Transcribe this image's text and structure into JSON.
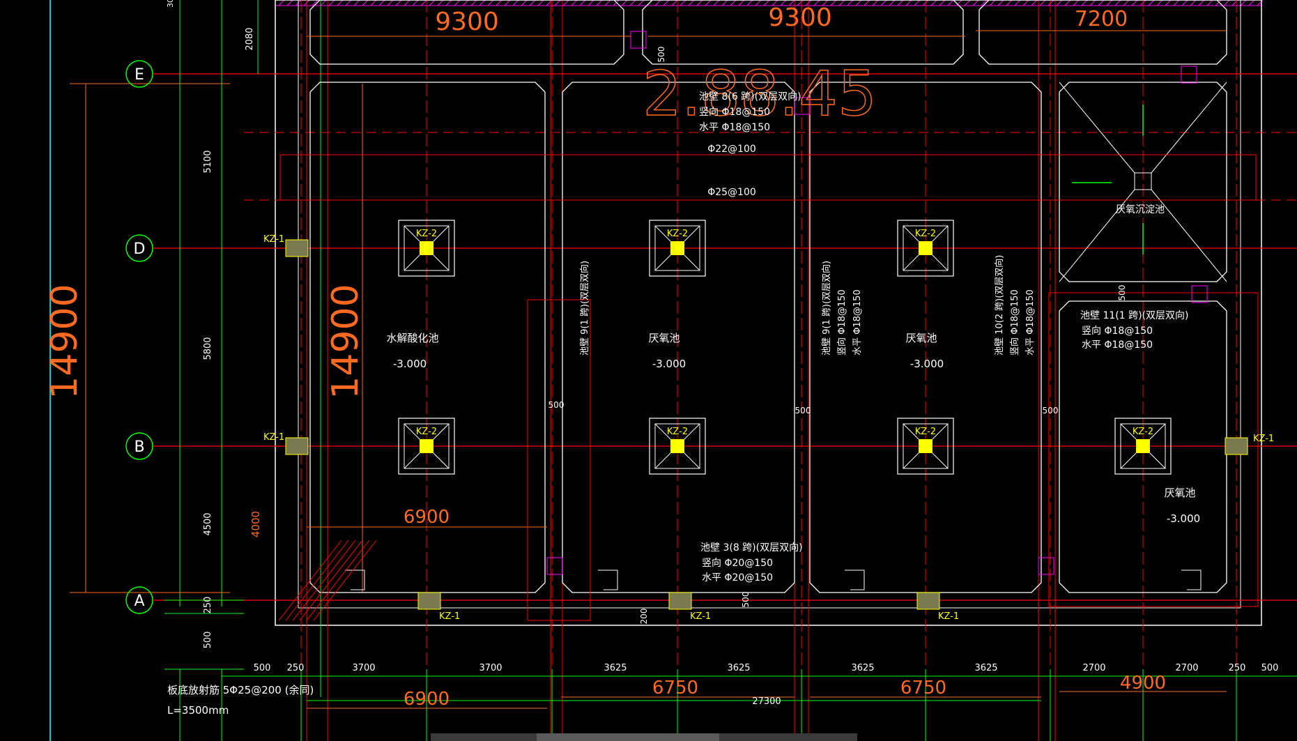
{
  "colors": {
    "background": "#000000",
    "structure": "#ffffff",
    "grid_axis": "#ff0000",
    "dimension": "#00ff00",
    "big_dimension": "#ff6a20",
    "label": "#ffffff",
    "column": "#ffff00",
    "hatch": "#ff00ff",
    "cyan_line": "#00cccc",
    "gray_bar": "#555555"
  },
  "axes": [
    {
      "id": "E",
      "label": "E"
    },
    {
      "id": "D",
      "label": "D"
    },
    {
      "id": "B",
      "label": "B"
    },
    {
      "id": "A",
      "label": "A"
    }
  ],
  "top_dims": [
    "9300",
    "9300",
    "7200"
  ],
  "left_big_dim": "14900",
  "inner_big_dim": "14900",
  "overlay_dim": "2.88.45",
  "left_small_dims": [
    "5100",
    "5800",
    "4500",
    "250",
    "500",
    "2080",
    "4000",
    "30"
  ],
  "bottom_dims_row1": [
    "500",
    "250",
    "3700",
    "3700",
    "3625",
    "3625",
    "3625",
    "3625",
    "2700",
    "2700",
    "250",
    "500"
  ],
  "bottom_dims_row2": [
    "6900",
    "6750",
    "6750",
    "4900"
  ],
  "bottom_total": "27300",
  "dim_6900_inner": "6900",
  "small_500_labels": [
    "500",
    "500",
    "500",
    "500",
    "500",
    "500",
    "200"
  ],
  "columns": {
    "kz1": "KZ-1",
    "kz2": "KZ-2"
  },
  "pools": [
    {
      "name": "水解酸化池",
      "elev": "-3.000"
    },
    {
      "name": "厌氧池",
      "elev": "-3.000"
    },
    {
      "name": "厌氧池",
      "elev": "-3.000"
    },
    {
      "name": "厌氧池",
      "elev": "-3.000"
    }
  ],
  "sediment_pool": "厌氧沉淀池",
  "notes": {
    "wall8": [
      "池壁 8(6 跨)(双层双向)",
      "竖向 Φ18@150",
      "水平 Φ18@150"
    ],
    "rebar1": "Φ22@100",
    "rebar2": "Φ25@100",
    "wall11": [
      "池壁 11(1 跨)(双层双向)",
      "竖向 Φ18@150",
      "水平 Φ18@150"
    ],
    "wall3": [
      "池壁 3(8 跨)(双层双向)",
      "竖向 Φ20@150",
      "水平 Φ20@150"
    ],
    "wall9a": [
      "池壁 9(1 跨)(双层双向)"
    ],
    "wall9b": [
      "池壁 9(1 跨)(双层双向)",
      "竖向 Φ18@150",
      "水平 Φ18@150"
    ],
    "wall10": [
      "池壁 10(2 跨)(双层双向)",
      "竖向 Φ18@150",
      "水平 Φ18@150"
    ],
    "bottom_note1": "板底放射筋  5Φ25@200  (余同)",
    "bottom_note2": "L=3500mm"
  }
}
